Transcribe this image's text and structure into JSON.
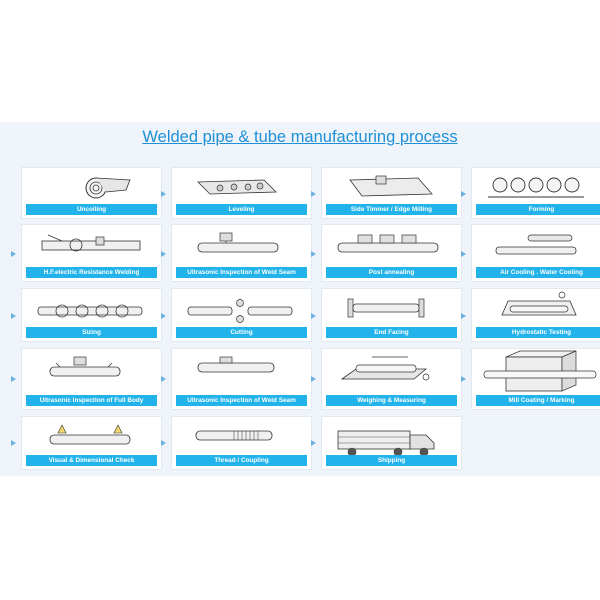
{
  "title": "Welded pipe & tube manufacturing process",
  "steps": [
    {
      "label": "Uncoiling"
    },
    {
      "label": "Leveling"
    },
    {
      "label": "Side Timmer / Edge Milling"
    },
    {
      "label": "Forming"
    },
    {
      "label": "H.F.electric Resistance Welding"
    },
    {
      "label": "Ultrasonic Inspection of Weld Seam"
    },
    {
      "label": "Post annealing"
    },
    {
      "label": "Air Cooling . Water Cooling"
    },
    {
      "label": "Sizing"
    },
    {
      "label": "Cutting"
    },
    {
      "label": "End Facing"
    },
    {
      "label": "Hydrostatic Testing"
    },
    {
      "label": "Ultrasonic Inspection of Full Body"
    },
    {
      "label": "Ultrasonic Inspection of Weld Seam"
    },
    {
      "label": "Weighing & Measuring"
    },
    {
      "label": "Mill Coating / Marking"
    },
    {
      "label": "Visual & Dimensional Check"
    },
    {
      "label": "Thread / Coupling"
    },
    {
      "label": "Shipping"
    }
  ],
  "colors": {
    "accent": "#1f8fd6",
    "label_bg": "#22b3ea",
    "arrow": "#6bb0e0"
  }
}
